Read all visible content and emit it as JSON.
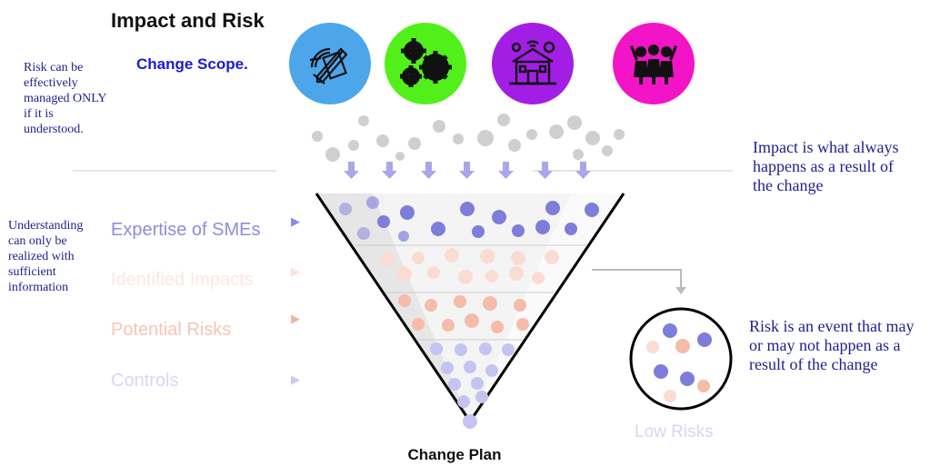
{
  "title": "Impact and Risk",
  "subtitle": "Change Scope.",
  "notes": {
    "risk_managed": "Risk can be effectively managed ONLY if it is understood.",
    "understanding": "Understanding can only be realized with sufficient information"
  },
  "definitions": {
    "impact": "Impact is what always happens as a result of the change",
    "risk": "Risk is an event that may or may not happen as a result of the change"
  },
  "funnel_layers": [
    {
      "label": "Expertise of SMEs",
      "color": "#8c8ce0"
    },
    {
      "label": "Identified Impacts",
      "color": "#fbe7e0"
    },
    {
      "label": "Potential Risks",
      "color": "#f5c5b6"
    },
    {
      "label": "Controls",
      "color": "#d7d7f5"
    }
  ],
  "funnel_output": "Change Plan",
  "low_risks_label": "Low Risks",
  "scope_icons": [
    {
      "name": "design-tools-icon",
      "color": "#4da6ea"
    },
    {
      "name": "gears-icon",
      "color": "#52f01a"
    },
    {
      "name": "smart-building-icon",
      "color": "#a21ee4"
    },
    {
      "name": "people-group-icon",
      "color": "#f214c6"
    }
  ]
}
